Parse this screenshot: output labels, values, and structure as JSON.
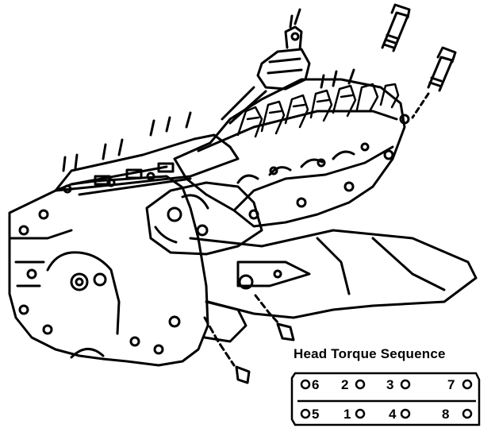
{
  "inset": {
    "title": "Head Torque Sequence",
    "bolts": [
      {
        "n": "6",
        "row": "top"
      },
      {
        "n": "2",
        "row": "top"
      },
      {
        "n": "3",
        "row": "top"
      },
      {
        "n": "7",
        "row": "top"
      },
      {
        "n": "5",
        "row": "bottom"
      },
      {
        "n": "1",
        "row": "bottom"
      },
      {
        "n": "4",
        "row": "bottom"
      },
      {
        "n": "8",
        "row": "bottom"
      }
    ]
  }
}
